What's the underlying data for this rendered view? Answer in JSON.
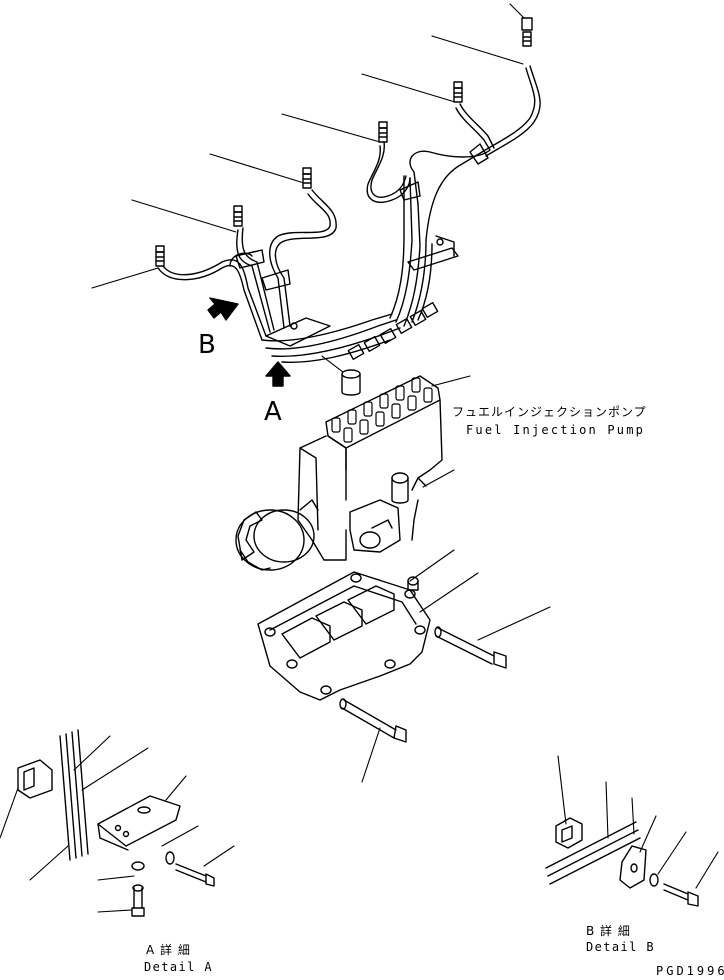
{
  "view_labels": {
    "a": "A",
    "b": "B"
  },
  "pump": {
    "name_jp": "フュエルインジェクションポンプ",
    "name_en": "Fuel Injection Pump"
  },
  "details": {
    "a": {
      "jp": "A 詳 細",
      "en": "Detail A"
    },
    "b": {
      "jp": "B 詳 細",
      "en": "Detail B"
    }
  },
  "drawing_code": "PGD1996",
  "colors": {
    "ink": "#000000",
    "paper": "#ffffff"
  }
}
